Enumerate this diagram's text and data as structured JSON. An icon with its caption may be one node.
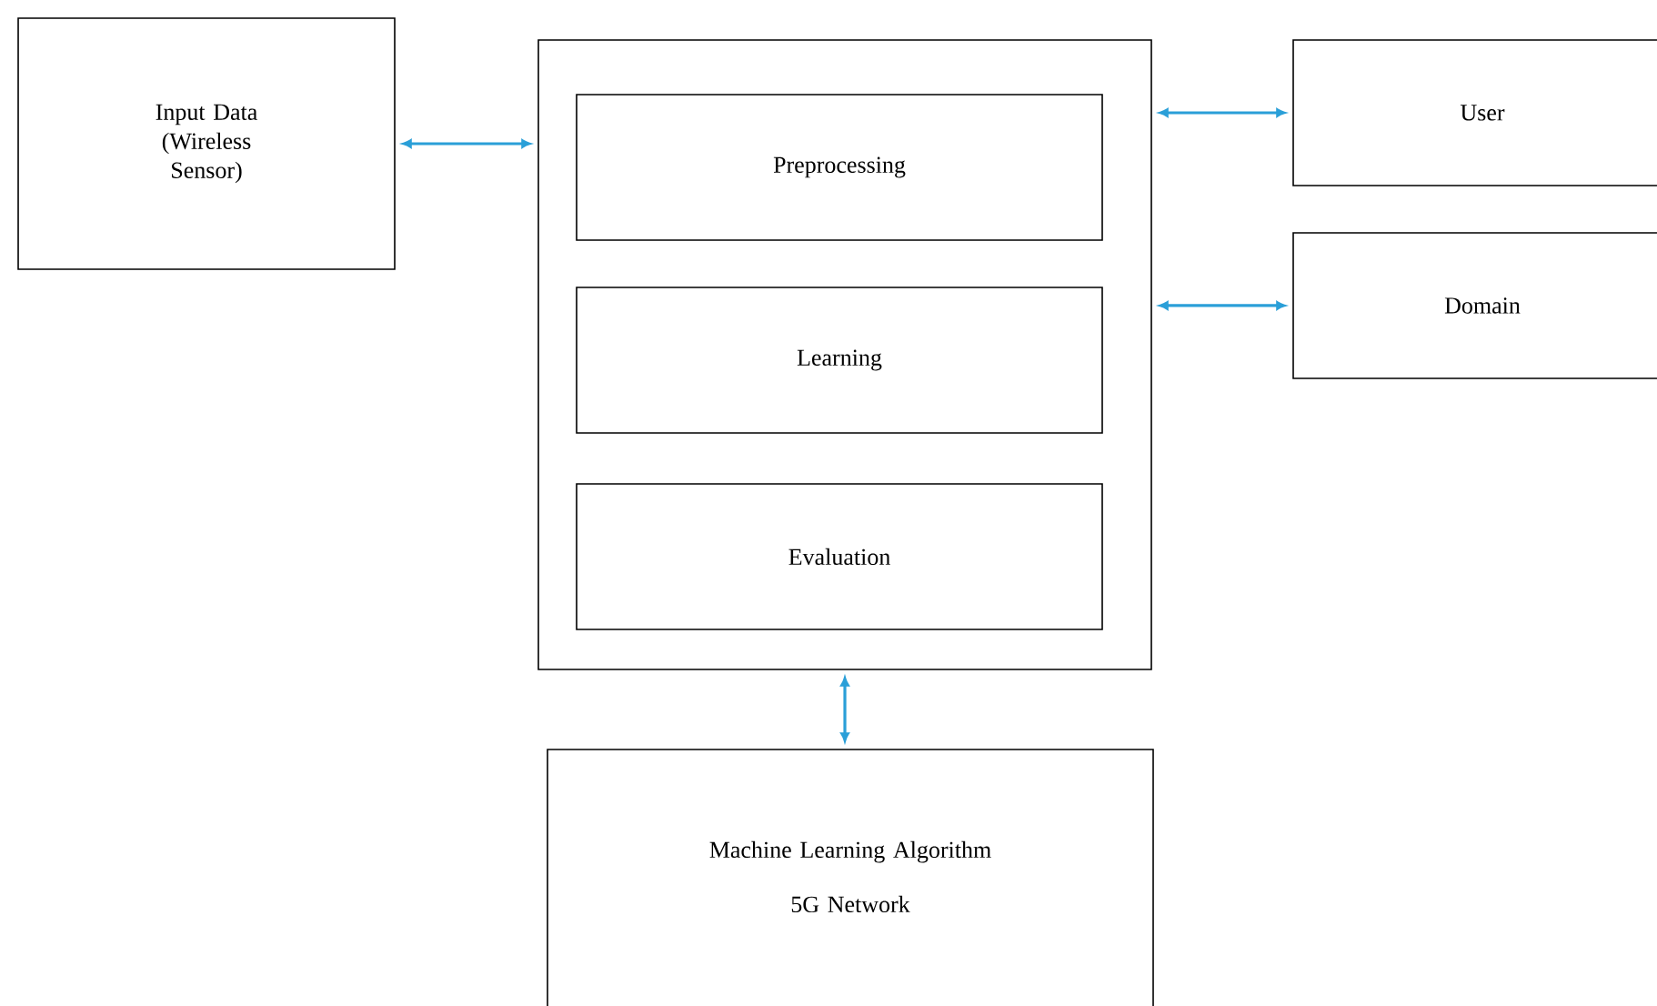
{
  "diagram": {
    "nodes": [
      {
        "text": [
          "Input Data (Wireless Sensor)"
        ]
      },
      {
        "text": [],
        "shape": "box"
      },
      {
        "text": [
          "Preprocessing"
        ],
        "in": 1
      },
      {
        "text": [
          "Learning"
        ],
        "in": 1
      },
      {
        "text": [
          "Evaluation"
        ],
        "in": 1
      },
      {
        "text": [
          "User"
        ]
      },
      {
        "text": [
          "Domain"
        ]
      },
      {
        "text": [
          "Machine Learning Algorithm",
          "5G Network"
        ]
      }
    ],
    "edges": [
      {
        "from": 0,
        "to": 1,
        "arrow": "both"
      },
      {
        "from": 1,
        "to": 5,
        "arrow": "both"
      },
      {
        "from": 1,
        "to": 6,
        "arrow": "both"
      },
      {
        "from": 1,
        "to": 7,
        "arrow": "both"
      }
    ]
  }
}
